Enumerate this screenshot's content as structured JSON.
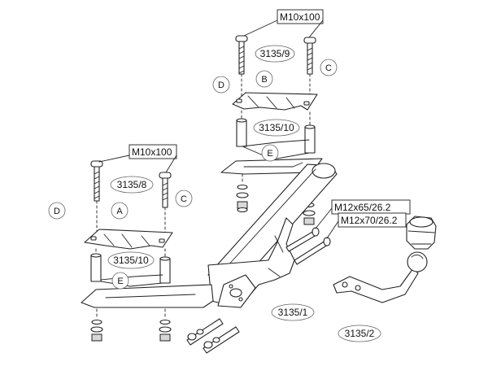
{
  "labels": {
    "bolt_top": "M10x100",
    "bolt_left": "M10x100",
    "bolt_m12_65": "M12x65/26.2",
    "bolt_m12_70": "M12x70/26.2",
    "part_3135_9": "3135/9",
    "part_3135_10_top": "3135/10",
    "part_3135_8": "3135/8",
    "part_3135_10_left": "3135/10",
    "part_3135_1": "3135/1",
    "part_3135_2": "3135/2",
    "letter_A": "A",
    "letter_B": "B",
    "letter_C_top": "C",
    "letter_C_left": "C",
    "letter_D_top": "D",
    "letter_D_left": "D",
    "letter_E_top": "E",
    "letter_E_left": "E"
  }
}
